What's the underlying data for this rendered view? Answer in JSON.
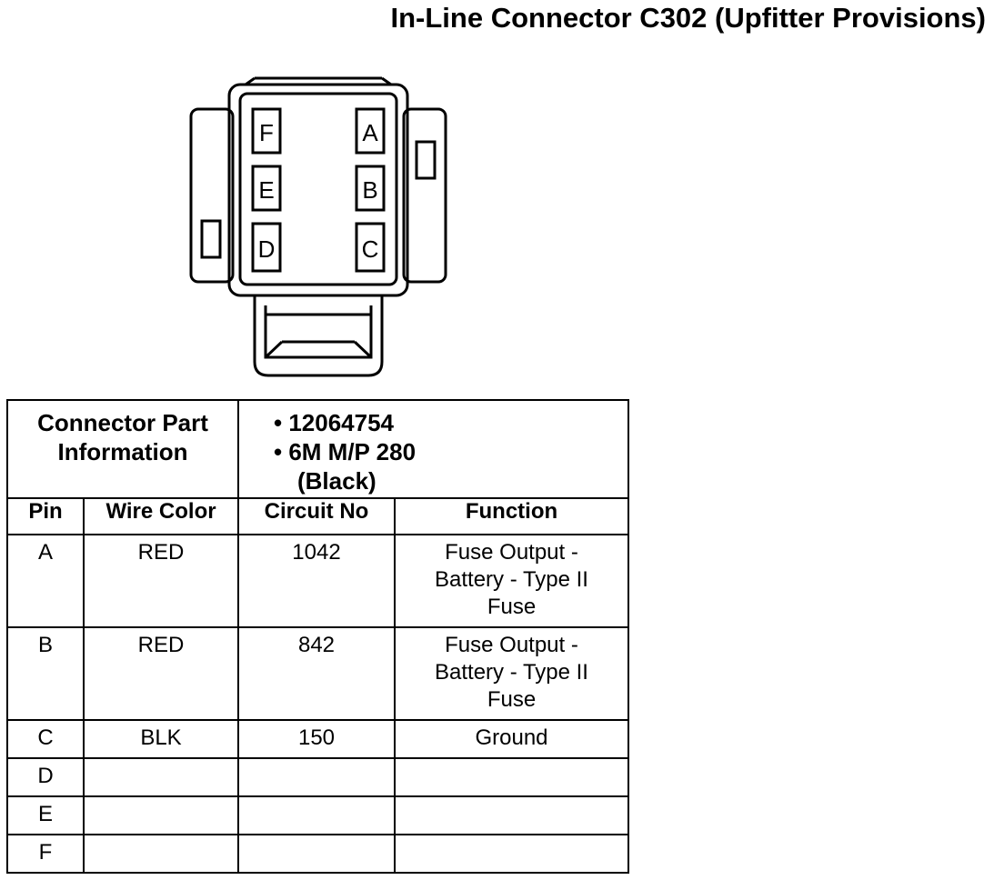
{
  "title": "In-Line Connector C302 (Upfitter Provisions)",
  "connector": {
    "cavities_left": [
      "F",
      "E",
      "D"
    ],
    "cavities_right": [
      "A",
      "B",
      "C"
    ]
  },
  "part_info": {
    "label_line1": "Connector Part",
    "label_line2": "Information",
    "part_number": "• 12064754",
    "description_line1": "• 6M M/P 280",
    "description_line2": "(Black)"
  },
  "columns": [
    "Pin",
    "Wire Color",
    "Circuit No",
    "Function"
  ],
  "rows": [
    {
      "pin": "A",
      "wire_color": "RED",
      "circuit": "1042",
      "function_lines": [
        "Fuse Output -",
        "Battery - Type II",
        "Fuse"
      ]
    },
    {
      "pin": "B",
      "wire_color": "RED",
      "circuit": "842",
      "function_lines": [
        "Fuse Output -",
        "Battery - Type II",
        "Fuse"
      ]
    },
    {
      "pin": "C",
      "wire_color": "BLK",
      "circuit": "150",
      "function_lines": [
        "Ground"
      ]
    },
    {
      "pin": "D",
      "wire_color": "",
      "circuit": "",
      "function_lines": [
        ""
      ]
    },
    {
      "pin": "E",
      "wire_color": "",
      "circuit": "",
      "function_lines": [
        ""
      ]
    },
    {
      "pin": "F",
      "wire_color": "",
      "circuit": "",
      "function_lines": [
        ""
      ]
    }
  ]
}
